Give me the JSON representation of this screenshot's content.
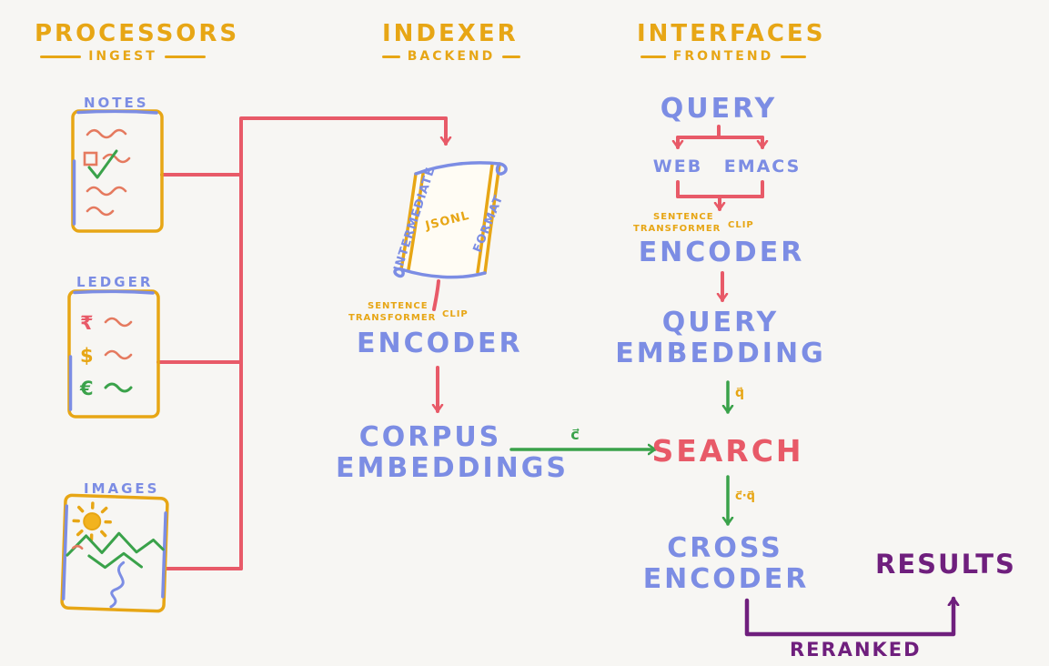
{
  "diagram": {
    "colors": {
      "background": "#f7f6f3",
      "yellow": "#e7a615",
      "blue": "#7c8de4",
      "red": "#e85a68",
      "green": "#3aa24a",
      "purple": "#6f1f7d"
    },
    "processors": {
      "title": "PROCESSORS",
      "subtitle": "INGEST",
      "notes": "NOTES",
      "ledger": "LEDGER",
      "images": "IMAGES",
      "ledger_currency_1": "₹",
      "ledger_currency_2": "$",
      "ledger_currency_3": "€"
    },
    "indexer": {
      "title": "INDEXER",
      "subtitle": "BACKEND",
      "scroll_left": "INTERMEDIATE",
      "scroll_center": "JSONL",
      "scroll_right": "FORMAT",
      "model_line1": "SENTENCE",
      "model_line2": "TRANSFORMER",
      "model_clip": "CLIP",
      "encoder": "ENCODER",
      "corpus_line1": "CORPUS",
      "corpus_line2": "EMBEDDINGS"
    },
    "interfaces": {
      "title": "INTERFACES",
      "subtitle": "FRONTEND",
      "query": "QUERY",
      "web": "WEB",
      "emacs": "EMACS",
      "model_line1": "SENTENCE",
      "model_line2": "TRANSFORMER",
      "model_clip": "CLIP",
      "encoder": "ENCODER",
      "query_embedding_line1": "QUERY",
      "query_embedding_line2": "EMBEDDING",
      "search": "SEARCH",
      "cross_encoder_line1": "CROSS",
      "cross_encoder_line2": "ENCODER",
      "results": "RESULTS",
      "reranked": "RERANKED"
    },
    "edge_labels": {
      "corpus_vector": "c⃗",
      "query_vector": "q⃗",
      "dot_product": "c⃗·q⃗"
    }
  }
}
